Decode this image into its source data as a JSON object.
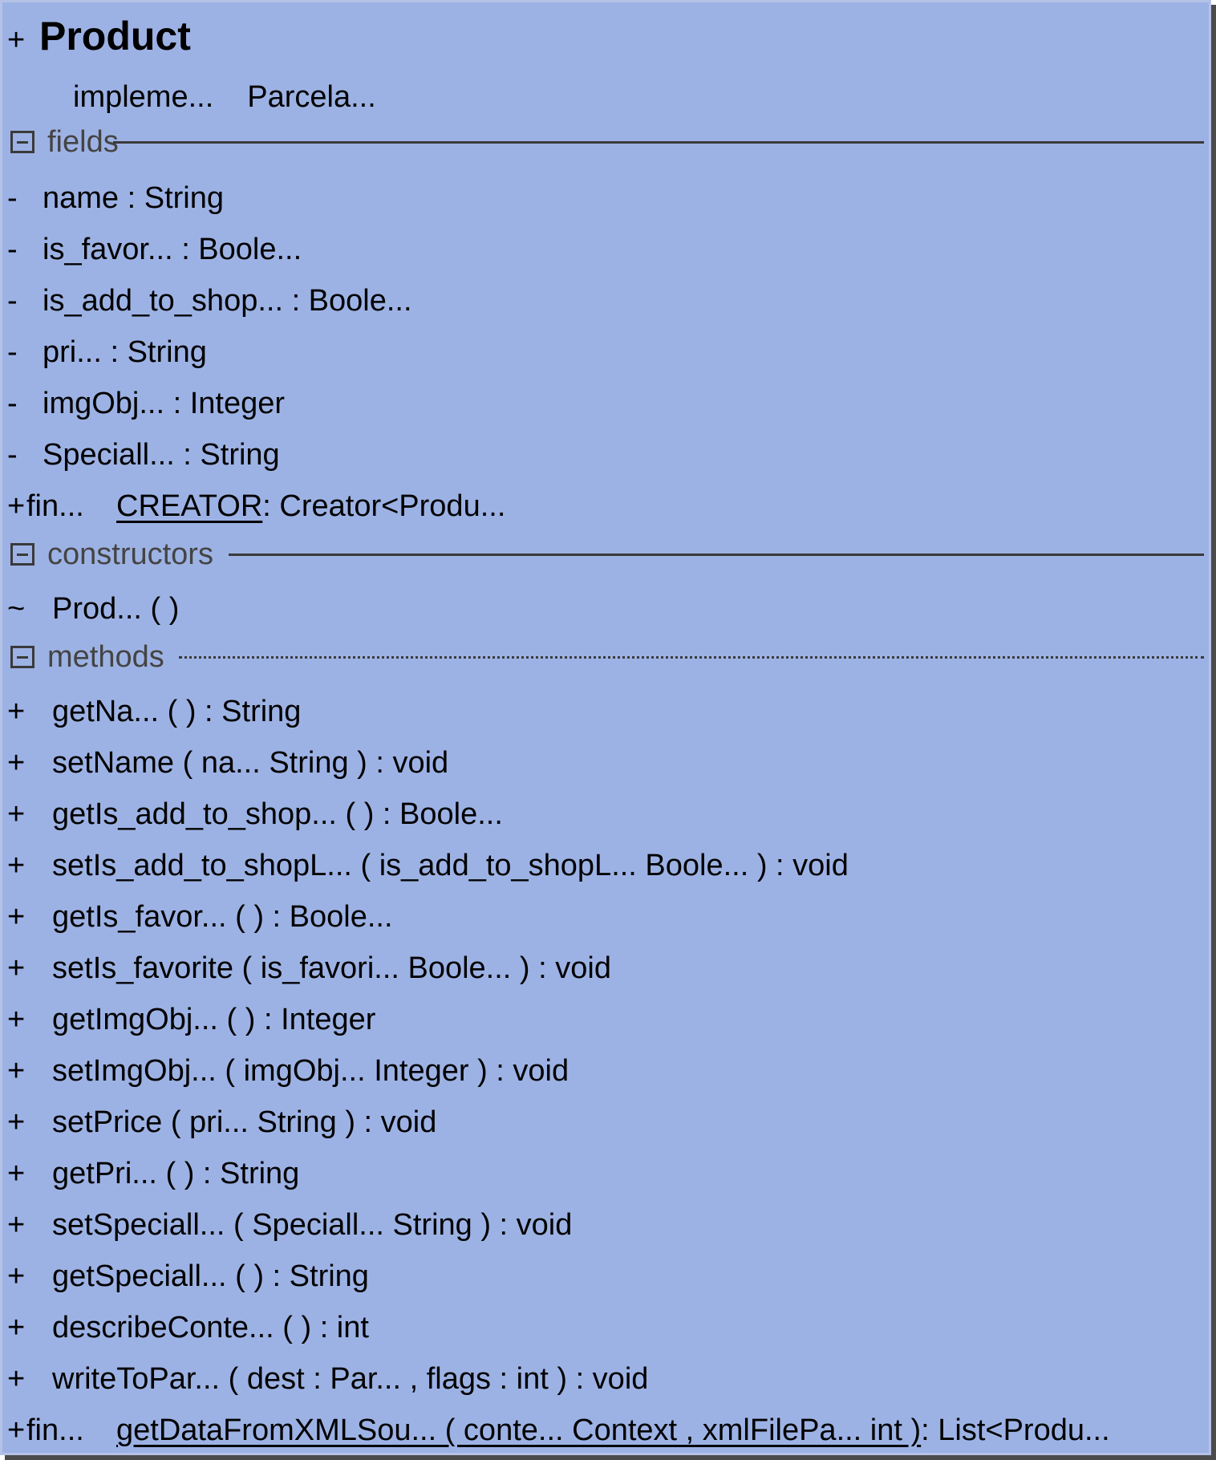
{
  "class": {
    "visibility": "+",
    "name": "Product",
    "implements": [
      "impleme...",
      "Parcela..."
    ]
  },
  "sections": {
    "fields": "fields",
    "constructors": "constructors",
    "methods": "methods"
  },
  "fields": [
    {
      "vis": "-",
      "text": "name : String"
    },
    {
      "vis": "-",
      "text": "is_favor...  : Boole..."
    },
    {
      "vis": "-",
      "text": "is_add_to_shop...   : Boole..."
    },
    {
      "vis": "-",
      "text": "pri...  : String"
    },
    {
      "vis": "-",
      "text": "imgObj...   : Integer"
    },
    {
      "vis": "-",
      "text": "Speciall...   : String"
    }
  ],
  "static_field": {
    "vis": "+",
    "modifier": "fin...",
    "name": "CREATOR",
    "type": ": Creator<Produ..."
  },
  "constructors": [
    {
      "vis": "~",
      "text": "Prod...  ( )"
    }
  ],
  "methods": [
    {
      "vis": "+",
      "text": "getNa...  ( ) : String"
    },
    {
      "vis": "+",
      "text": "setName ( na...   String ) : void"
    },
    {
      "vis": "+",
      "text": "getIs_add_to_shop...   ( ) : Boole..."
    },
    {
      "vis": "+",
      "text": "setIs_add_to_shopL... ( is_add_to_shopL...  Boole...  ) : void"
    },
    {
      "vis": "+",
      "text": "getIs_favor...  ( ) : Boole..."
    },
    {
      "vis": "+",
      "text": "setIs_favorite ( is_favori...  Boole...  ) : void"
    },
    {
      "vis": "+",
      "text": "getImgObj...  ( ) : Integer"
    },
    {
      "vis": "+",
      "text": "setImgObj...  ( imgObj...   Integer ) : void"
    },
    {
      "vis": "+",
      "text": "setPrice ( pri...   String ) : void"
    },
    {
      "vis": "+",
      "text": "getPri... ( ) : String"
    },
    {
      "vis": "+",
      "text": "setSpeciall...   ( Speciall...    String ) : void"
    },
    {
      "vis": "+",
      "text": "getSpeciall...   ( ) : String"
    },
    {
      "vis": "+",
      "text": "describeConte...  ( ) : int"
    },
    {
      "vis": "+",
      "text": "writeToPar...  ( dest : Par...   ,   flags : int ) : void"
    }
  ],
  "static_method": {
    "vis": "+",
    "modifier": "fin...",
    "signature": "getDataFromXMLSou...   ( conte...  Context ,  xmlFilePa...  int )",
    "return": ": List<Produ..."
  },
  "colors": {
    "background": "#9db2e4",
    "border": "#b4c2e6",
    "shadow": "#4b4b4b",
    "section_label": "#444444",
    "text": "#000000"
  }
}
